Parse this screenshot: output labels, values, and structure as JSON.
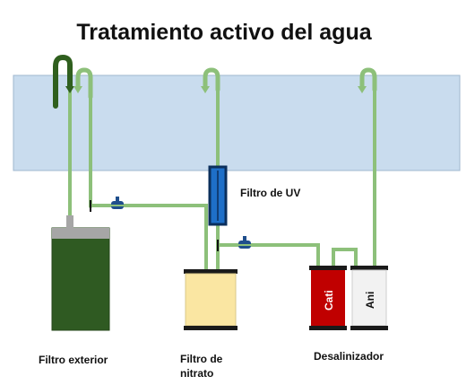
{
  "title": "Tratamiento activo del agua",
  "labels": {
    "uv_filter": "Filtro de UV",
    "external_filter": "Filtro exterior",
    "nitrate_filter_line1": "Filtro de",
    "nitrate_filter_line2": "nitrato",
    "desalinator": "Desalinizador"
  },
  "resin_columns": {
    "cation": "Cati",
    "anion": "Ani"
  },
  "colors": {
    "water": "#c9dcee",
    "pipe": "#8dc07a",
    "return_pipe": "#2f5f1e",
    "external_filter_body": "#2f5a22",
    "nitrate_filter_body": "#fae6a2",
    "cation_column": "#c00000",
    "anion_column": "#f2f2f2",
    "uv_lamp": "#1e6fc8",
    "valve": "#1f4e8c"
  },
  "icons": [
    "u-pipe-icon",
    "arrow-down-icon",
    "valve-icon"
  ]
}
